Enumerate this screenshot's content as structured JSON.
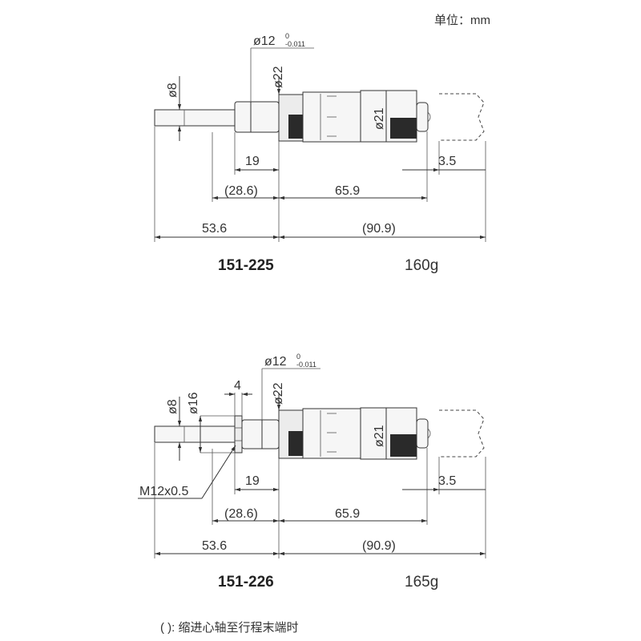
{
  "unit_label": "单位：mm",
  "footnote": "( ): 缩进心轴至行程末端时",
  "heads": [
    {
      "model": "151-225",
      "weight": "160g",
      "dims": {
        "d_spindle": "ø8",
        "d_stem_main": "ø12",
        "d_stem_tol_upper": "0",
        "d_stem_tol_lower": "-0.011",
        "d_collar": "ø22",
        "d_thimble": "ø21",
        "len_stem": "19",
        "len_retract": "(28.6)",
        "len_body": "65.9",
        "len_ratchet": "3.5",
        "len_left": "53.6",
        "len_right": "(90.9)"
      }
    },
    {
      "model": "151-226",
      "weight": "165g",
      "dims": {
        "d_spindle": "ø8",
        "d_nut": "ø16",
        "nut_width": "4",
        "thread": "M12x0.5",
        "d_stem_main": "ø12",
        "d_stem_tol_upper": "0",
        "d_stem_tol_lower": "-0.011",
        "d_collar": "ø22",
        "d_thimble": "ø21",
        "len_stem": "19",
        "len_retract": "(28.6)",
        "len_body": "65.9",
        "len_ratchet": "3.5",
        "len_left": "53.6",
        "len_right": "(90.9)"
      }
    }
  ]
}
